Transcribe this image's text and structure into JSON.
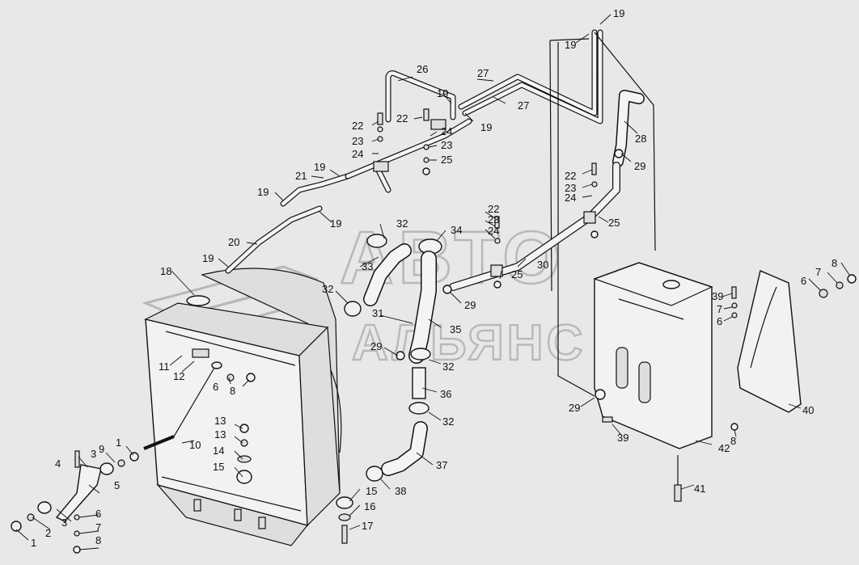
{
  "watermark": {
    "line1": "АВТО",
    "line2": "АЛЬЯНС"
  },
  "callouts": [
    {
      "id": "c1",
      "text": "1"
    },
    {
      "id": "c2",
      "text": "2"
    },
    {
      "id": "c3",
      "text": "3"
    },
    {
      "id": "c4",
      "text": "4"
    },
    {
      "id": "c5",
      "text": "5"
    },
    {
      "id": "c6a",
      "text": "6"
    },
    {
      "id": "c7a",
      "text": "7"
    },
    {
      "id": "c8a",
      "text": "8"
    },
    {
      "id": "c9",
      "text": "9"
    },
    {
      "id": "c3b",
      "text": "3"
    },
    {
      "id": "c1b",
      "text": "1"
    },
    {
      "id": "c10",
      "text": "10"
    },
    {
      "id": "c11",
      "text": "11"
    },
    {
      "id": "c12",
      "text": "12"
    },
    {
      "id": "c6b",
      "text": "6"
    },
    {
      "id": "c8b",
      "text": "8"
    },
    {
      "id": "c13a",
      "text": "13"
    },
    {
      "id": "c13b",
      "text": "13"
    },
    {
      "id": "c14",
      "text": "14"
    },
    {
      "id": "c15a",
      "text": "15"
    },
    {
      "id": "c15b",
      "text": "15"
    },
    {
      "id": "c16",
      "text": "16"
    },
    {
      "id": "c17",
      "text": "17"
    },
    {
      "id": "c18",
      "text": "18"
    },
    {
      "id": "c19a",
      "text": "19"
    },
    {
      "id": "c20",
      "text": "20"
    },
    {
      "id": "c19b",
      "text": "19"
    },
    {
      "id": "c19c",
      "text": "19"
    },
    {
      "id": "c21",
      "text": "21"
    },
    {
      "id": "c19d",
      "text": "19"
    },
    {
      "id": "c22a",
      "text": "22"
    },
    {
      "id": "c23a",
      "text": "23"
    },
    {
      "id": "c24a",
      "text": "24"
    },
    {
      "id": "c22b",
      "text": "22"
    },
    {
      "id": "c24b",
      "text": "24"
    },
    {
      "id": "c23b",
      "text": "23"
    },
    {
      "id": "c25a",
      "text": "25"
    },
    {
      "id": "c26",
      "text": "26"
    },
    {
      "id": "c19e",
      "text": "19"
    },
    {
      "id": "c19f",
      "text": "19"
    },
    {
      "id": "c27a",
      "text": "27"
    },
    {
      "id": "c27b",
      "text": "27"
    },
    {
      "id": "c19g",
      "text": "19"
    },
    {
      "id": "c19h",
      "text": "19"
    },
    {
      "id": "c28",
      "text": "28"
    },
    {
      "id": "c29a",
      "text": "29"
    },
    {
      "id": "c22c",
      "text": "22"
    },
    {
      "id": "c23c",
      "text": "23"
    },
    {
      "id": "c24c",
      "text": "24"
    },
    {
      "id": "c25b",
      "text": "25"
    },
    {
      "id": "c22d",
      "text": "22"
    },
    {
      "id": "c23d",
      "text": "23"
    },
    {
      "id": "c24d",
      "text": "24"
    },
    {
      "id": "c25c",
      "text": "25"
    },
    {
      "id": "c30",
      "text": "30"
    },
    {
      "id": "c29b",
      "text": "29"
    },
    {
      "id": "c32a",
      "text": "32"
    },
    {
      "id": "c33",
      "text": "33"
    },
    {
      "id": "c34",
      "text": "34"
    },
    {
      "id": "c32b",
      "text": "32"
    },
    {
      "id": "c31",
      "text": "31"
    },
    {
      "id": "c35",
      "text": "35"
    },
    {
      "id": "c29c",
      "text": "29"
    },
    {
      "id": "c32c",
      "text": "32"
    },
    {
      "id": "c36",
      "text": "36"
    },
    {
      "id": "c32d",
      "text": "32"
    },
    {
      "id": "c37",
      "text": "37"
    },
    {
      "id": "c38",
      "text": "38"
    },
    {
      "id": "c29d",
      "text": "29"
    },
    {
      "id": "c39a",
      "text": "39"
    },
    {
      "id": "c39b",
      "text": "39"
    },
    {
      "id": "c7b",
      "text": "7"
    },
    {
      "id": "c6c",
      "text": "6"
    },
    {
      "id": "c6d",
      "text": "6"
    },
    {
      "id": "c7c",
      "text": "7"
    },
    {
      "id": "c8c",
      "text": "8"
    },
    {
      "id": "c40",
      "text": "40"
    },
    {
      "id": "c8d",
      "text": "8"
    },
    {
      "id": "c41",
      "text": "41"
    },
    {
      "id": "c42",
      "text": "42"
    }
  ]
}
